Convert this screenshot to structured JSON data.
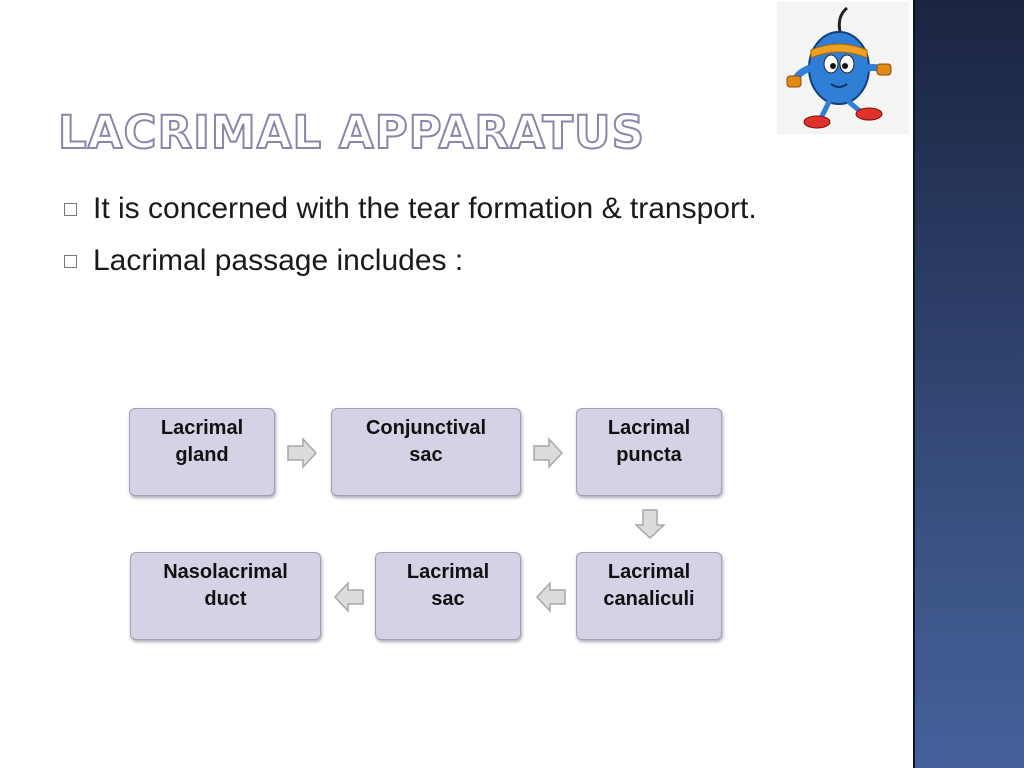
{
  "slide": {
    "title": "LACRIMAL APPARATUS",
    "bullets": [
      "It is concerned with the tear formation & transport.",
      "Lacrimal passage includes :"
    ]
  },
  "diagram": {
    "nodes": [
      {
        "id": "lacrimal-gland",
        "label": "Lacrimal\ngland"
      },
      {
        "id": "conjunctival-sac",
        "label": "Conjunctival\nsac"
      },
      {
        "id": "lacrimal-puncta",
        "label": "Lacrimal\npuncta"
      },
      {
        "id": "lacrimal-canaliculi",
        "label": "Lacrimal\ncanaliculi"
      },
      {
        "id": "lacrimal-sac",
        "label": "Lacrimal\nsac"
      },
      {
        "id": "nasolacrimal-duct",
        "label": "Nasolacrimal\nduct"
      }
    ],
    "edges": [
      {
        "from": "lacrimal-gland",
        "to": "conjunctival-sac"
      },
      {
        "from": "conjunctival-sac",
        "to": "lacrimal-puncta"
      },
      {
        "from": "lacrimal-puncta",
        "to": "lacrimal-canaliculi"
      },
      {
        "from": "lacrimal-canaliculi",
        "to": "lacrimal-sac"
      },
      {
        "from": "lacrimal-sac",
        "to": "nasolacrimal-duct"
      }
    ]
  },
  "colors": {
    "box_fill": "#d7d1e6",
    "arrow_fill": "#dcdcdc",
    "title_outline": "#8d84aa",
    "side_panel": "#2a3b63"
  },
  "icons": {
    "mascot": "cartoon-mascot-icon"
  }
}
